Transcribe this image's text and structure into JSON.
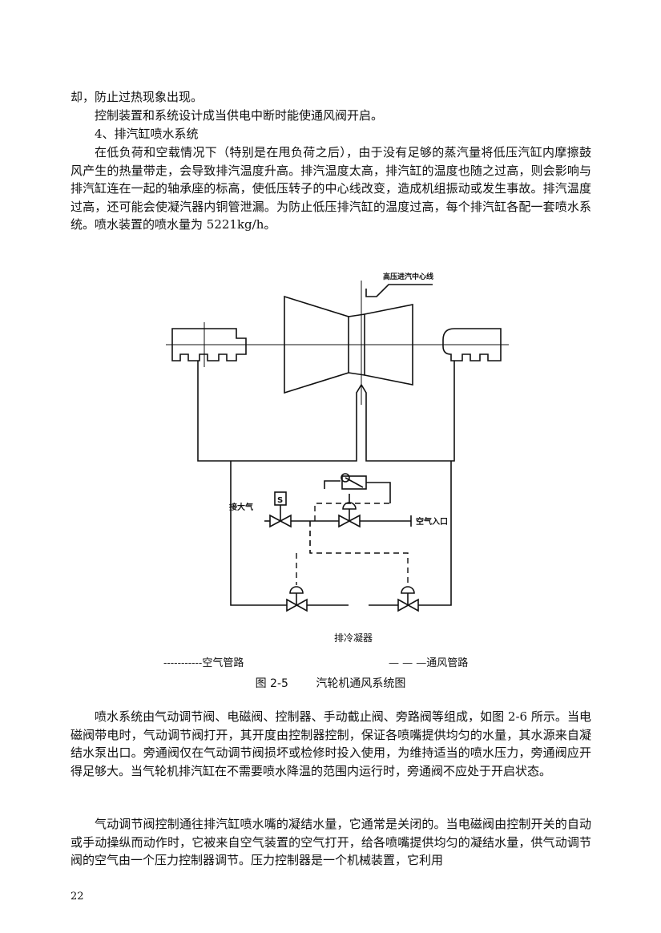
{
  "paragraphs": {
    "p1": "却，防止过热现象出现。",
    "p2": "控制装置和系统设计成当供电中断时能使通风阀开启。",
    "p3": "4、排汽缸喷水系统",
    "p4": "在低负荷和空载情况下（特别是在甩负荷之后），由于没有足够的蒸汽量将低压汽缸内摩擦鼓风产生的热量带走，会导致排汽温度升高。排汽温度太高，排汽缸的温度也随之过高，则会影响与排汽缸连在一起的轴承座的标高，使低压转子的中心线改变，造成机组振动或发生事故。排汽温度过高，还可能会使凝汽器内铜管泄漏。为防止低压排汽缸的温度过高，每个排汽缸各配一套喷水系统。喷水装置的喷水量为 5221kg/h。",
    "p5": "喷水系统由气动调节阀、电磁阀、控制器、手动截止阀、旁路阀等组成，如图 2-6 所示。当电磁阀带电时，气动调节阀打开，其开度由控制器控制，保证各喷嘴提供均匀的水量，其水源来自凝结水泵出口。旁通阀仅在气动调节阀损坏或检修时投入使用，为维持适当的喷水压力，旁通阀应开得足够大。当气轮机排汽缸在不需要喷水降温的范围内运行时，旁通阀不应处于开启状态。",
    "p6": "气动调节阀控制通往排汽缸喷水嘴的凝结水量，它通常是关闭的。当电磁阀由控制开关的自动或手动操纵而动作时，它被来自空气装置的空气打开，给各喷嘴提供均匀的凝结水量，供气动调节阀的空气由一个压力控制器调节。压力控制器是一个机械装置，它利用"
  },
  "figure": {
    "label_hp_centerline": "高压进汽中心线",
    "label_atmosphere": "接大气",
    "label_air_inlet": "空气入口",
    "label_solenoid": "S",
    "label_condenser": "排冷凝器",
    "legend_air": "-----------空气管路",
    "legend_vent": "—  —  —通风管路",
    "caption_number": "图 2-5",
    "caption_title": "汽轮机通风系统图"
  },
  "page_number": "22"
}
